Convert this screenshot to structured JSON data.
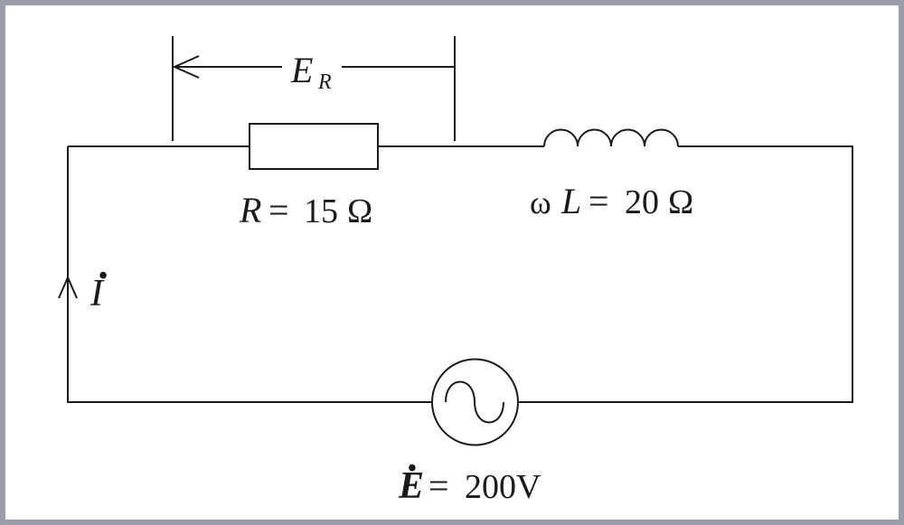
{
  "diagram": {
    "voltage_label": {
      "symbol": "E",
      "subscript": "R"
    },
    "resistor": {
      "symbol": "R",
      "equals": "=",
      "value": "15",
      "unit": "Ω"
    },
    "inductor": {
      "omega": "ω",
      "symbol": "L",
      "equals": "=",
      "value": "20",
      "unit": "Ω"
    },
    "current": {
      "symbol": "I",
      "dot": "•"
    },
    "source": {
      "symbol": "E",
      "dot": "•",
      "equals": "=",
      "value": "200",
      "unit": "V"
    },
    "colors": {
      "frame": "#9a9ca8",
      "ink": "#1a1a1a"
    }
  }
}
